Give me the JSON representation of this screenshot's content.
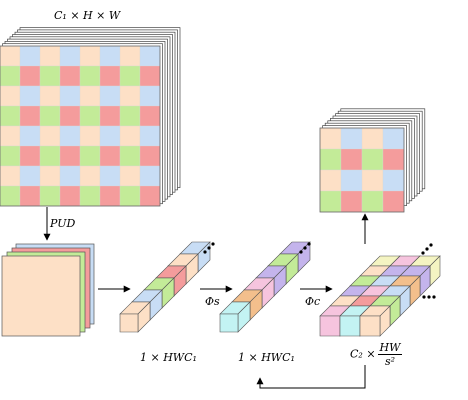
{
  "labels": {
    "input_dims": "C₁ × H × W",
    "pud": "PUD",
    "phi_s": "Φs",
    "phi_c": "Φc",
    "vec1_dims": "1 × HWC₁",
    "vec2_dims": "1 × HWC₁",
    "out_dims_prefix": "C₂ ×",
    "out_dims_num": "HW",
    "out_dims_den": "s²",
    "ellipsis": "…"
  },
  "colors": {
    "peach": "#fde0c6",
    "blue": "#c8ddf5",
    "green": "#c3eb98",
    "red": "#f49c9c",
    "purple": "#c4b4ec",
    "pink": "#f6c4de",
    "cyan": "#c3f3f3",
    "orange": "#f3bf8c",
    "yellow": "#f4f4c2",
    "gray": "#d8d8d8"
  },
  "icons": [
    "arrow-right-icon",
    "arrow-down-icon",
    "arrow-up-icon",
    "return-arrow-icon",
    "ellipsis-dots-icon"
  ]
}
